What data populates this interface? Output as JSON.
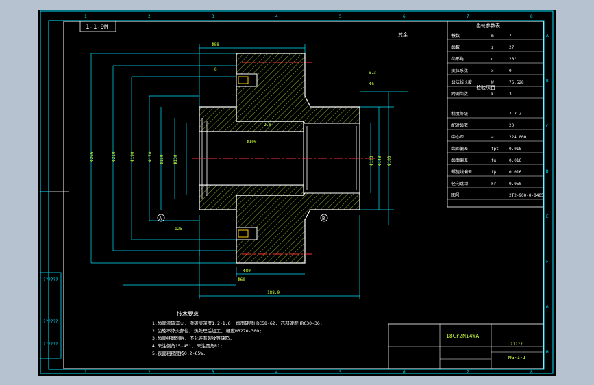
{
  "drawing": {
    "view_label": "1-1-9M",
    "note_top_right": "其余",
    "zone_numbers_top": [
      "1",
      "2",
      "3",
      "4",
      "5",
      "6",
      "7",
      "8"
    ],
    "zone_letters_right": [
      "A",
      "B",
      "C",
      "D",
      "E",
      "F",
      "G",
      "H"
    ],
    "datum_a": "A",
    "datum_b": "B",
    "part_number": "MG-1-1",
    "material": "18Cr2Ni4WA",
    "title_block_name": "?????",
    "side_block_marks": [
      "??????",
      "??????",
      "??????"
    ]
  },
  "tech_requirements": {
    "title": "技术要求",
    "lines": [
      "1.齿面渗碳淬火, 渗碳层深度1.2-1.6, 齿面硬度HRC58-62, 芯部硬度HRC30-36;",
      "2.齿轮不淬火部位, 热处理后加工, 硬度HB270-300;",
      "3.齿面经磨削后, 不允许有裂纹等缺陷;",
      "4.未注倒角15-45°, 未注圆角R1;",
      "5.表面粗糙度按0.2-65%."
    ]
  },
  "gear_table": {
    "header1": "齿轮参数表",
    "header2": "检验项目",
    "rows": [
      [
        "模数",
        "m",
        "7"
      ],
      [
        "齿数",
        "z",
        "27"
      ],
      [
        "齿形角",
        "α",
        "20°"
      ],
      [
        "变位系数",
        "x",
        "0"
      ],
      [
        "公法线长度",
        "W",
        "76.528"
      ],
      [
        "跨测齿数",
        "k",
        "3"
      ],
      [
        "精度等级",
        "",
        "7-7-7"
      ],
      [
        "配对齿数",
        "",
        "20"
      ],
      [
        "中心距",
        "a",
        "224.000"
      ],
      [
        "齿距偏差",
        "fpt",
        "0.018"
      ],
      [
        "齿廓偏差",
        "fα",
        "0.016"
      ],
      [
        "螺旋线偏差",
        "fβ",
        "0.016"
      ],
      [
        "径向跳动",
        "Fr",
        "0.050"
      ],
      [
        "图号",
        "",
        "2T2-900-0-0405"
      ]
    ]
  },
  "dimensions": {
    "top": [
      "Φ88",
      "8",
      "Φ5",
      "2.8"
    ],
    "left": [
      "Φ266",
      "Φ210",
      "Φ190",
      "Φ170",
      "Φ150",
      "Φ130"
    ],
    "right": [
      "Φ140",
      "Φ120",
      "Φ100",
      "6.3"
    ],
    "bottom": [
      "Φ80",
      "Φ60",
      "125",
      "188.0"
    ],
    "bore": "Φ100"
  }
}
